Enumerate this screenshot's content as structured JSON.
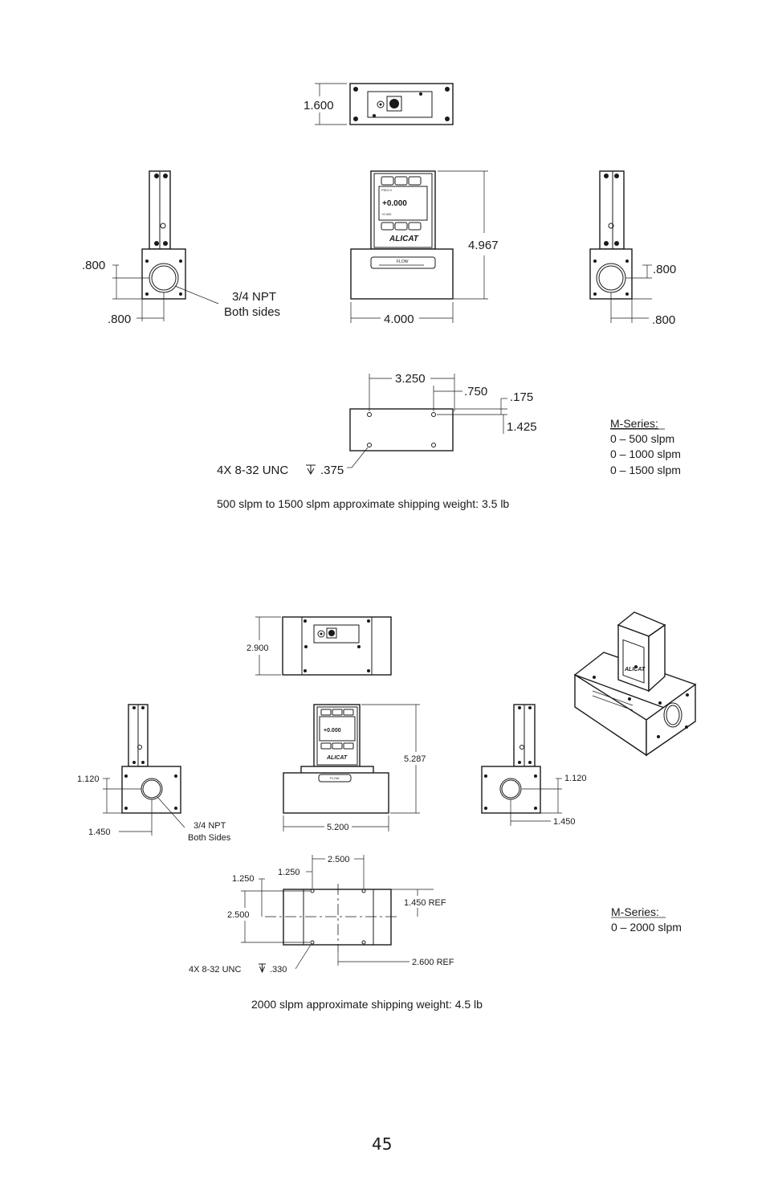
{
  "page_number": "45",
  "section1": {
    "dims": {
      "top_height": "1.600",
      "front_height": "4.967",
      "front_width": "4.000",
      "left_port_v": ".800",
      "left_port_h": ".800",
      "right_port_v": ".800",
      "right_port_h": ".800",
      "mount_span": "3.250",
      "mount_inset": ".750",
      "mount_edge": ".175",
      "mount_spacing": "1.425",
      "mount_holes": "4X 8-32 UNC",
      "mount_depth": ".375"
    },
    "port_note_line1": "3/4 NPT",
    "port_note_line2": "Both sides",
    "series_title": "M-Series:",
    "ranges": [
      "0 – 500 slpm",
      "0 – 1000 slpm",
      "0 – 1500 slpm"
    ],
    "weight_note": "500 slpm to 1500 slpm approximate shipping weight: 3.5 lb"
  },
  "section2": {
    "dims": {
      "top_height": "2.900",
      "front_height": "5.287",
      "front_width": "5.200",
      "left_port_v": "1.120",
      "left_port_h": "1.450",
      "right_port_v": "1.120",
      "right_port_h": "1.450",
      "mount_span": "2.500",
      "mount_inset_left": "1.250",
      "mount_edge": "1.250",
      "mount_spacing": "2.500",
      "ref_height": "1.450 REF",
      "ref_width": "2.600 REF",
      "mount_holes": "4X 8-32 UNC",
      "mount_depth": ".330"
    },
    "port_note_line1": "3/4 NPT",
    "port_note_line2": "Both Sides",
    "series_title": "M-Series:",
    "ranges": [
      "0 – 2000 slpm"
    ],
    "weight_note": "2000 slpm approximate shipping weight: 4.5 lb"
  },
  "device": {
    "display_value": "+0.000",
    "brand": "ALICAT",
    "flow_label": "FLOW"
  }
}
